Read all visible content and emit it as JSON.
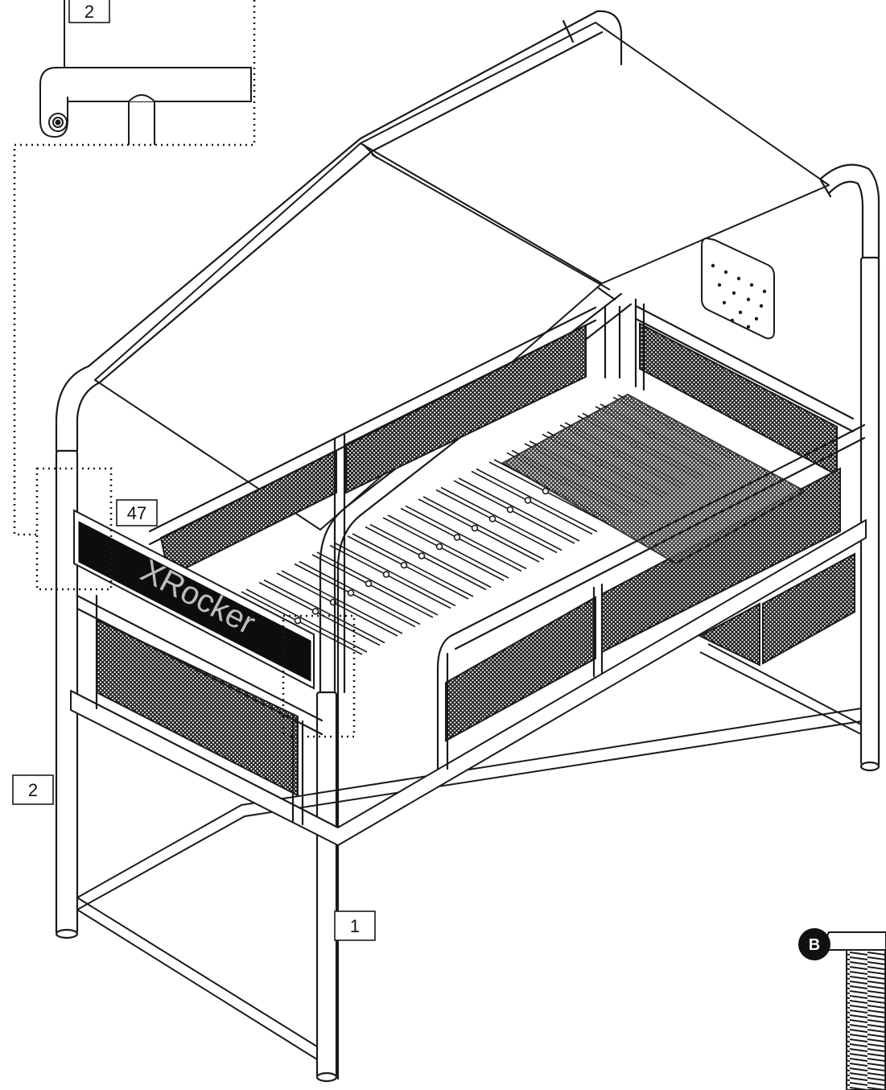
{
  "diagram": {
    "callouts": {
      "detail_part": "2",
      "side_part": "2",
      "headboard_part": "47",
      "leg_part": "1"
    },
    "hardware_badge": "B",
    "brand_logo_text": "XRocker"
  },
  "colors": {
    "line": "#1a1a1a",
    "mesh_fill": "#262626",
    "headboard_fill": "#0d0d0d",
    "logo_text": "#bdbdbd",
    "background": "#ffffff"
  }
}
